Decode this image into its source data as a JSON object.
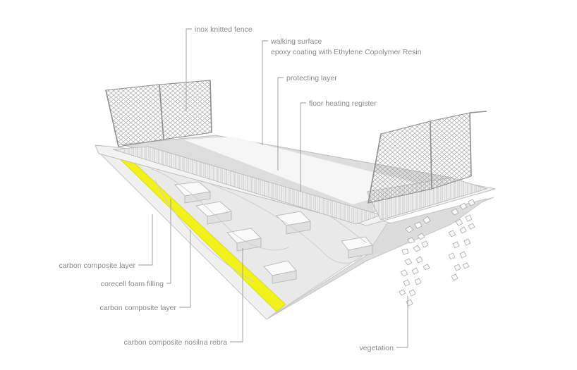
{
  "colors": {
    "foam_highlight": "#f2f21a",
    "structure_fill": "#e6e6e6",
    "label_text": "#8a8a8a"
  },
  "labels": {
    "inox_fence": "inox knitted fence",
    "walking_surface": "walking surface",
    "epoxy_coating": "epoxy coating with Ethylene Copolymer Resin",
    "protecting_layer": "protecting layer",
    "floor_heating": "floor heating register",
    "carbon_layer_1": "carbon composite layer",
    "corecell_foam": "corecell foam filling",
    "carbon_layer_2": "carbon composite layer",
    "carbon_ribs": "carbon composite nosilna rebra",
    "vegetation": "vegetation"
  }
}
